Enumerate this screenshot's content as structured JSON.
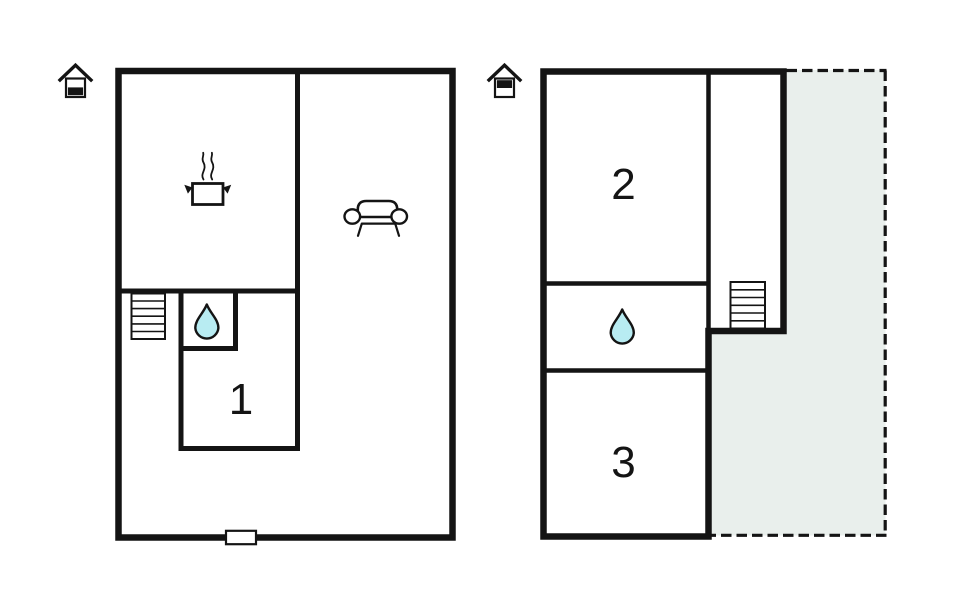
{
  "colors": {
    "background": "#ffffff",
    "wall": "#141414",
    "water_drop_fill": "#b8ecf2",
    "terrace_fill": "#e9efec"
  },
  "ground_floor_plan": {
    "level": "ground-floor",
    "rooms": [
      {
        "label": "1"
      }
    ],
    "icons": [
      "house-level-icon",
      "cooking-pot-icon",
      "steam-icon",
      "sofa-icon",
      "water-drop-icon",
      "stairs-icon",
      "entrance-door"
    ]
  },
  "upper_floor_plan": {
    "level": "upper-floor",
    "rooms": [
      {
        "label": "2"
      },
      {
        "label": "3"
      }
    ],
    "icons": [
      "house-level-icon",
      "water-drop-icon",
      "stairs-icon",
      "terrace-dashed-outline"
    ]
  }
}
